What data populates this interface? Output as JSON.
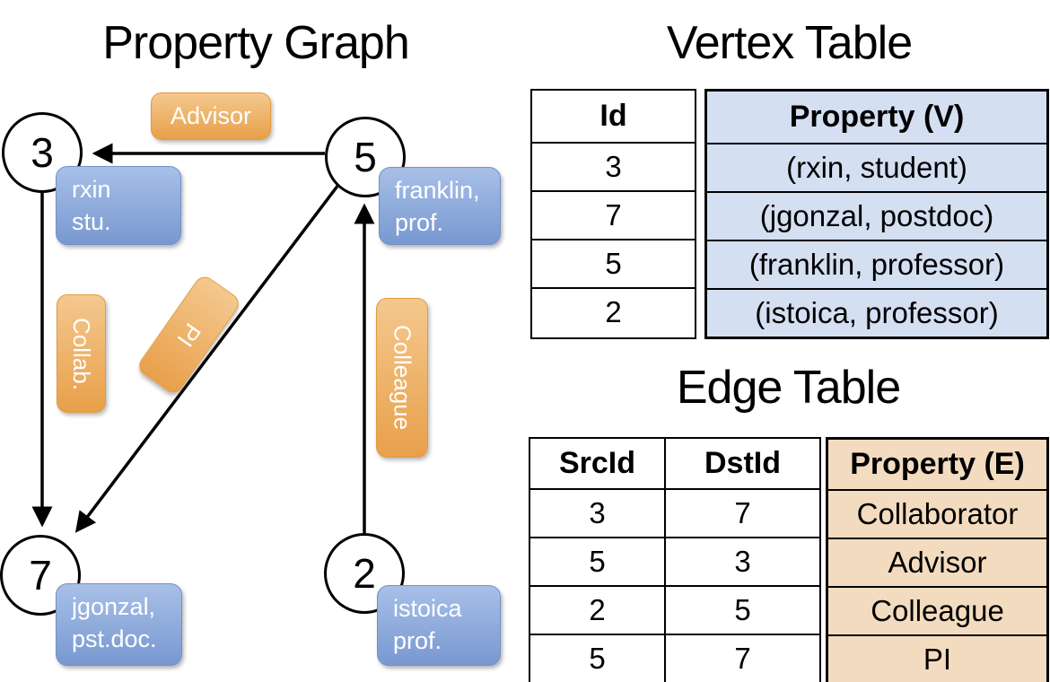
{
  "graph": {
    "title": "Property Graph",
    "nodes": {
      "n3": {
        "id": "3",
        "line1": "rxin",
        "line2": "stu."
      },
      "n5": {
        "id": "5",
        "line1": "franklin,",
        "line2": "prof."
      },
      "n7": {
        "id": "7",
        "line1": "jgonzal,",
        "line2": "pst.doc."
      },
      "n2": {
        "id": "2",
        "line1": "istoica",
        "line2": "prof."
      }
    },
    "edge_labels": {
      "advisor": "Advisor",
      "collab": "Collab.",
      "pi": "PI",
      "colleague": "Colleague"
    }
  },
  "vertex_table": {
    "title": "Vertex Table",
    "columns": {
      "id": "Id",
      "property": "Property (V)"
    },
    "rows": [
      {
        "id": "3",
        "property": "(rxin, student)"
      },
      {
        "id": "7",
        "property": "(jgonzal, postdoc)"
      },
      {
        "id": "5",
        "property": "(franklin, professor)"
      },
      {
        "id": "2",
        "property": "(istoica, professor)"
      }
    ]
  },
  "edge_table": {
    "title": "Edge Table",
    "columns": {
      "src": "SrcId",
      "dst": "DstId",
      "property": "Property (E)"
    },
    "rows": [
      {
        "src": "3",
        "dst": "7",
        "property": "Collaborator"
      },
      {
        "src": "5",
        "dst": "3",
        "property": "Advisor"
      },
      {
        "src": "2",
        "dst": "5",
        "property": "Colleague"
      },
      {
        "src": "5",
        "dst": "7",
        "property": "PI"
      }
    ]
  },
  "colors": {
    "edge_label_orange": "#e8a04a",
    "vertex_label_blue": "#7898d0",
    "vertex_property_fill": "#d5dff2",
    "edge_property_fill": "#f3dbbf",
    "line": "#000000"
  }
}
